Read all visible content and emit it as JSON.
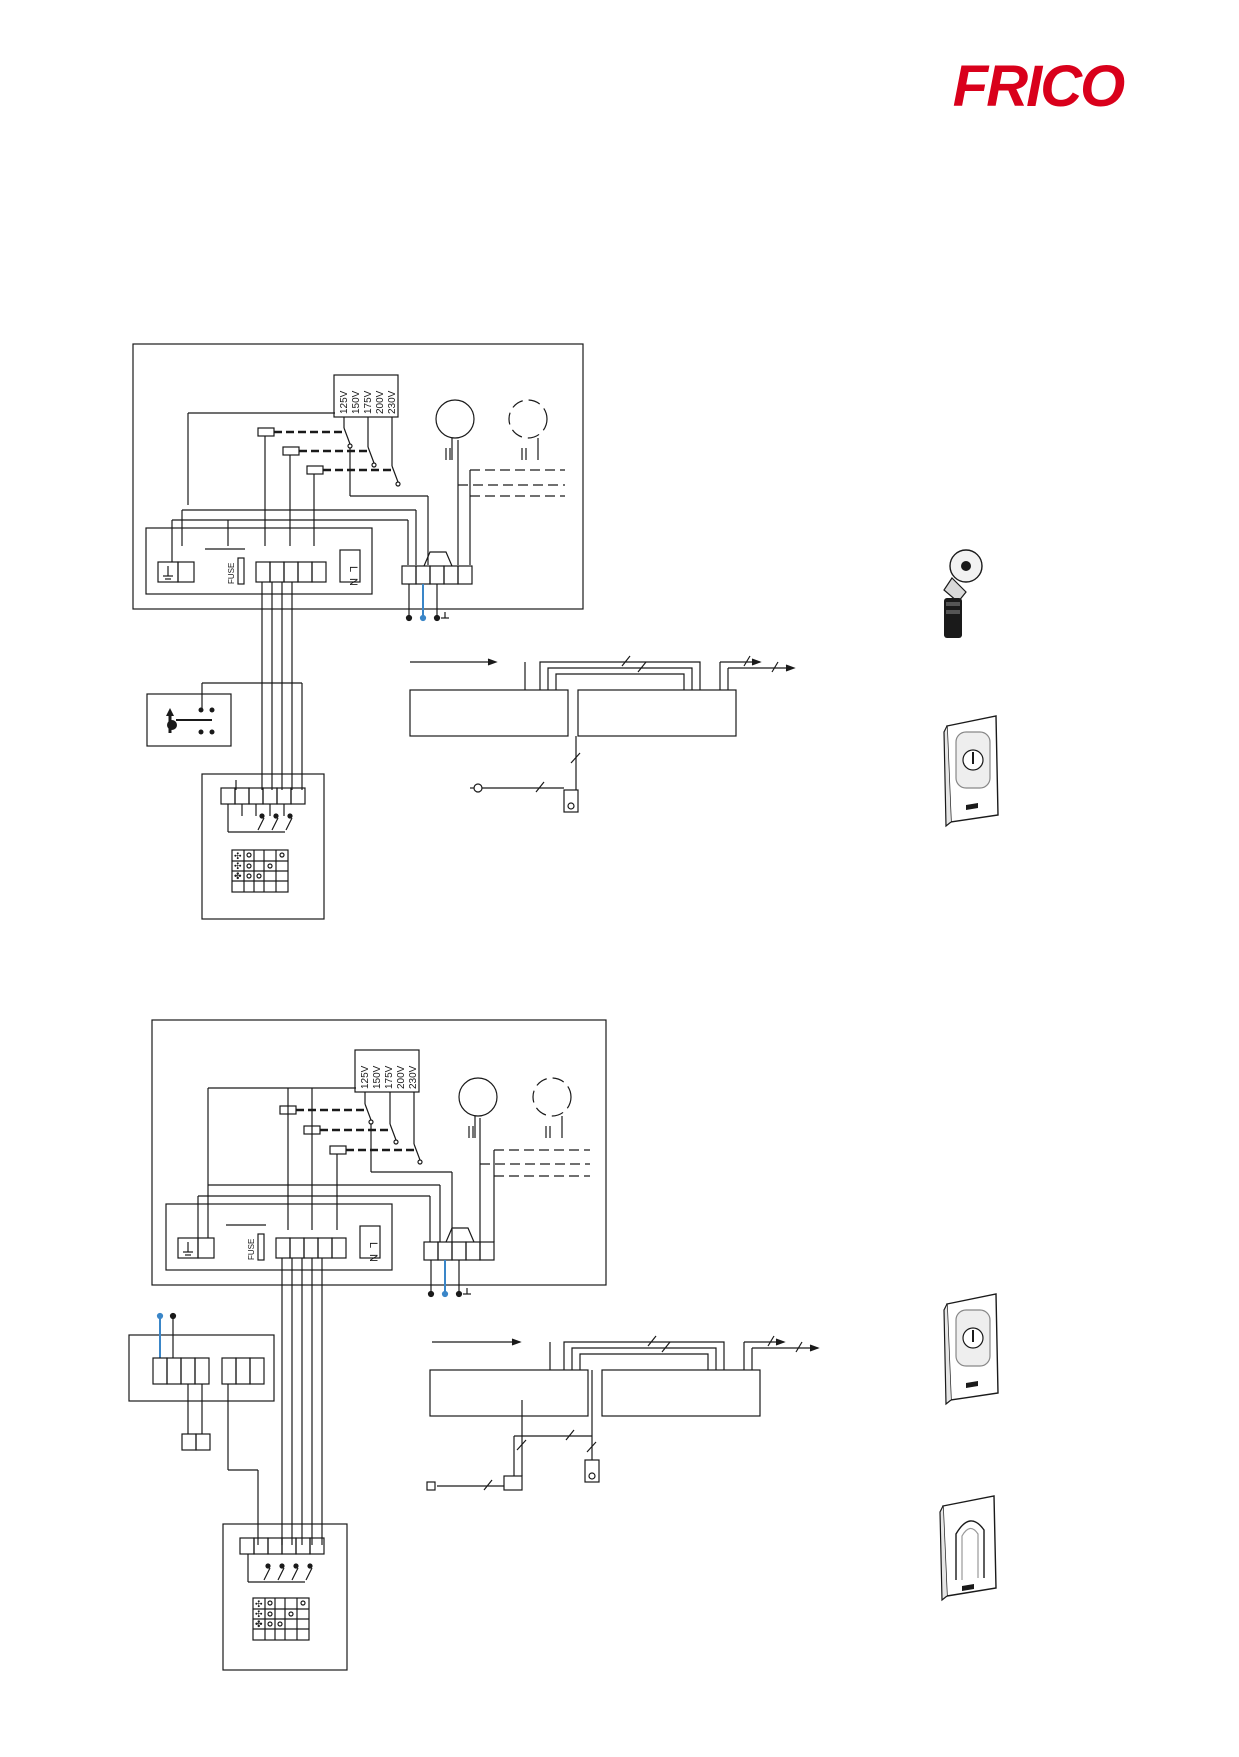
{
  "brand": {
    "name": "FRICO",
    "color": "#d9001b"
  },
  "colors": {
    "line": "#1a1a1a",
    "neutral_wire": "#3a86c8"
  },
  "diagram_top": {
    "voltage_taps": [
      "125V",
      "150V",
      "175V",
      "200V",
      "230V"
    ],
    "fuse_label": "FUSE",
    "terminal_labels": {
      "l": "L",
      "n": "N"
    }
  },
  "diagram_bottom": {
    "voltage_taps": [
      "125V",
      "150V",
      "175V",
      "200V",
      "230V"
    ],
    "fuse_label": "FUSE",
    "terminal_labels": {
      "l": "L",
      "n": "N"
    }
  },
  "icons": {
    "fan": "fan-icon",
    "heat": "heat-icon",
    "ground": "ground-icon",
    "thermostat": "thermostat-icon",
    "motor": "motor-icon",
    "door_switch": "door-contact-icon"
  }
}
